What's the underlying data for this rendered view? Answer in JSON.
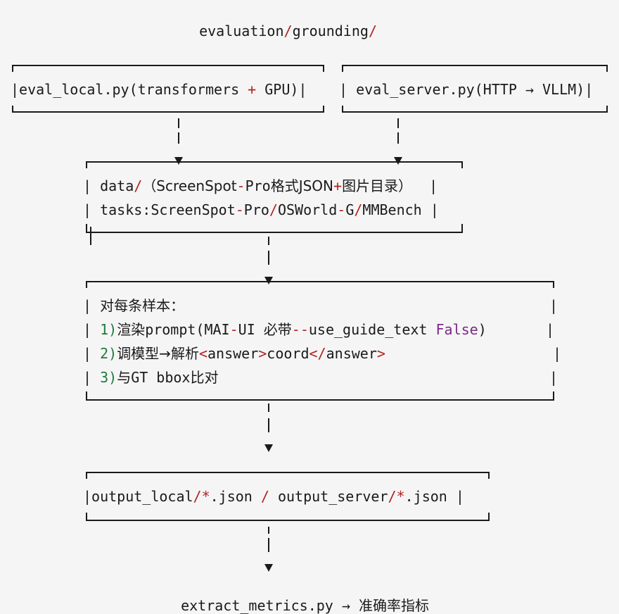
{
  "header": {
    "path_parts": [
      "evaluation",
      "/",
      "grounding",
      "/"
    ]
  },
  "local_box": {
    "parts": [
      "eval_local.py(transformers ",
      "+",
      " GPU)"
    ]
  },
  "server_box": {
    "parts": [
      "eval_server.py(HTTP ",
      "→",
      " VLLM)"
    ]
  },
  "data_box": {
    "line1": [
      "data",
      "/",
      "（ScreenSpot",
      "-",
      "Pro",
      "格式JSON",
      "+",
      "图片目录）"
    ],
    "line2": [
      "tasks:ScreenSpot",
      "-",
      "Pro",
      "/",
      "OSWorld",
      "-",
      "G",
      "/",
      "MMBench"
    ]
  },
  "process_box": {
    "title": "对每条样本：",
    "step1": [
      "1)",
      "渲染",
      "prompt(MAI",
      "-",
      "UI ",
      "必带",
      "--",
      "use_guide_text ",
      "False",
      ")"
    ],
    "step2": [
      "2)",
      "调模型→解析",
      "<",
      "answer",
      ">",
      "coord",
      "</",
      "answer",
      ">"
    ],
    "step3": [
      "3)",
      "与",
      "GT bbox",
      "比对"
    ]
  },
  "output_box": {
    "parts": [
      "output_local",
      "/*",
      ".json ",
      "/",
      " output_server",
      "/*",
      ".json"
    ]
  },
  "footer": {
    "parts": [
      "extract_metrics.py ",
      "→",
      " ",
      "准确率指标"
    ]
  }
}
